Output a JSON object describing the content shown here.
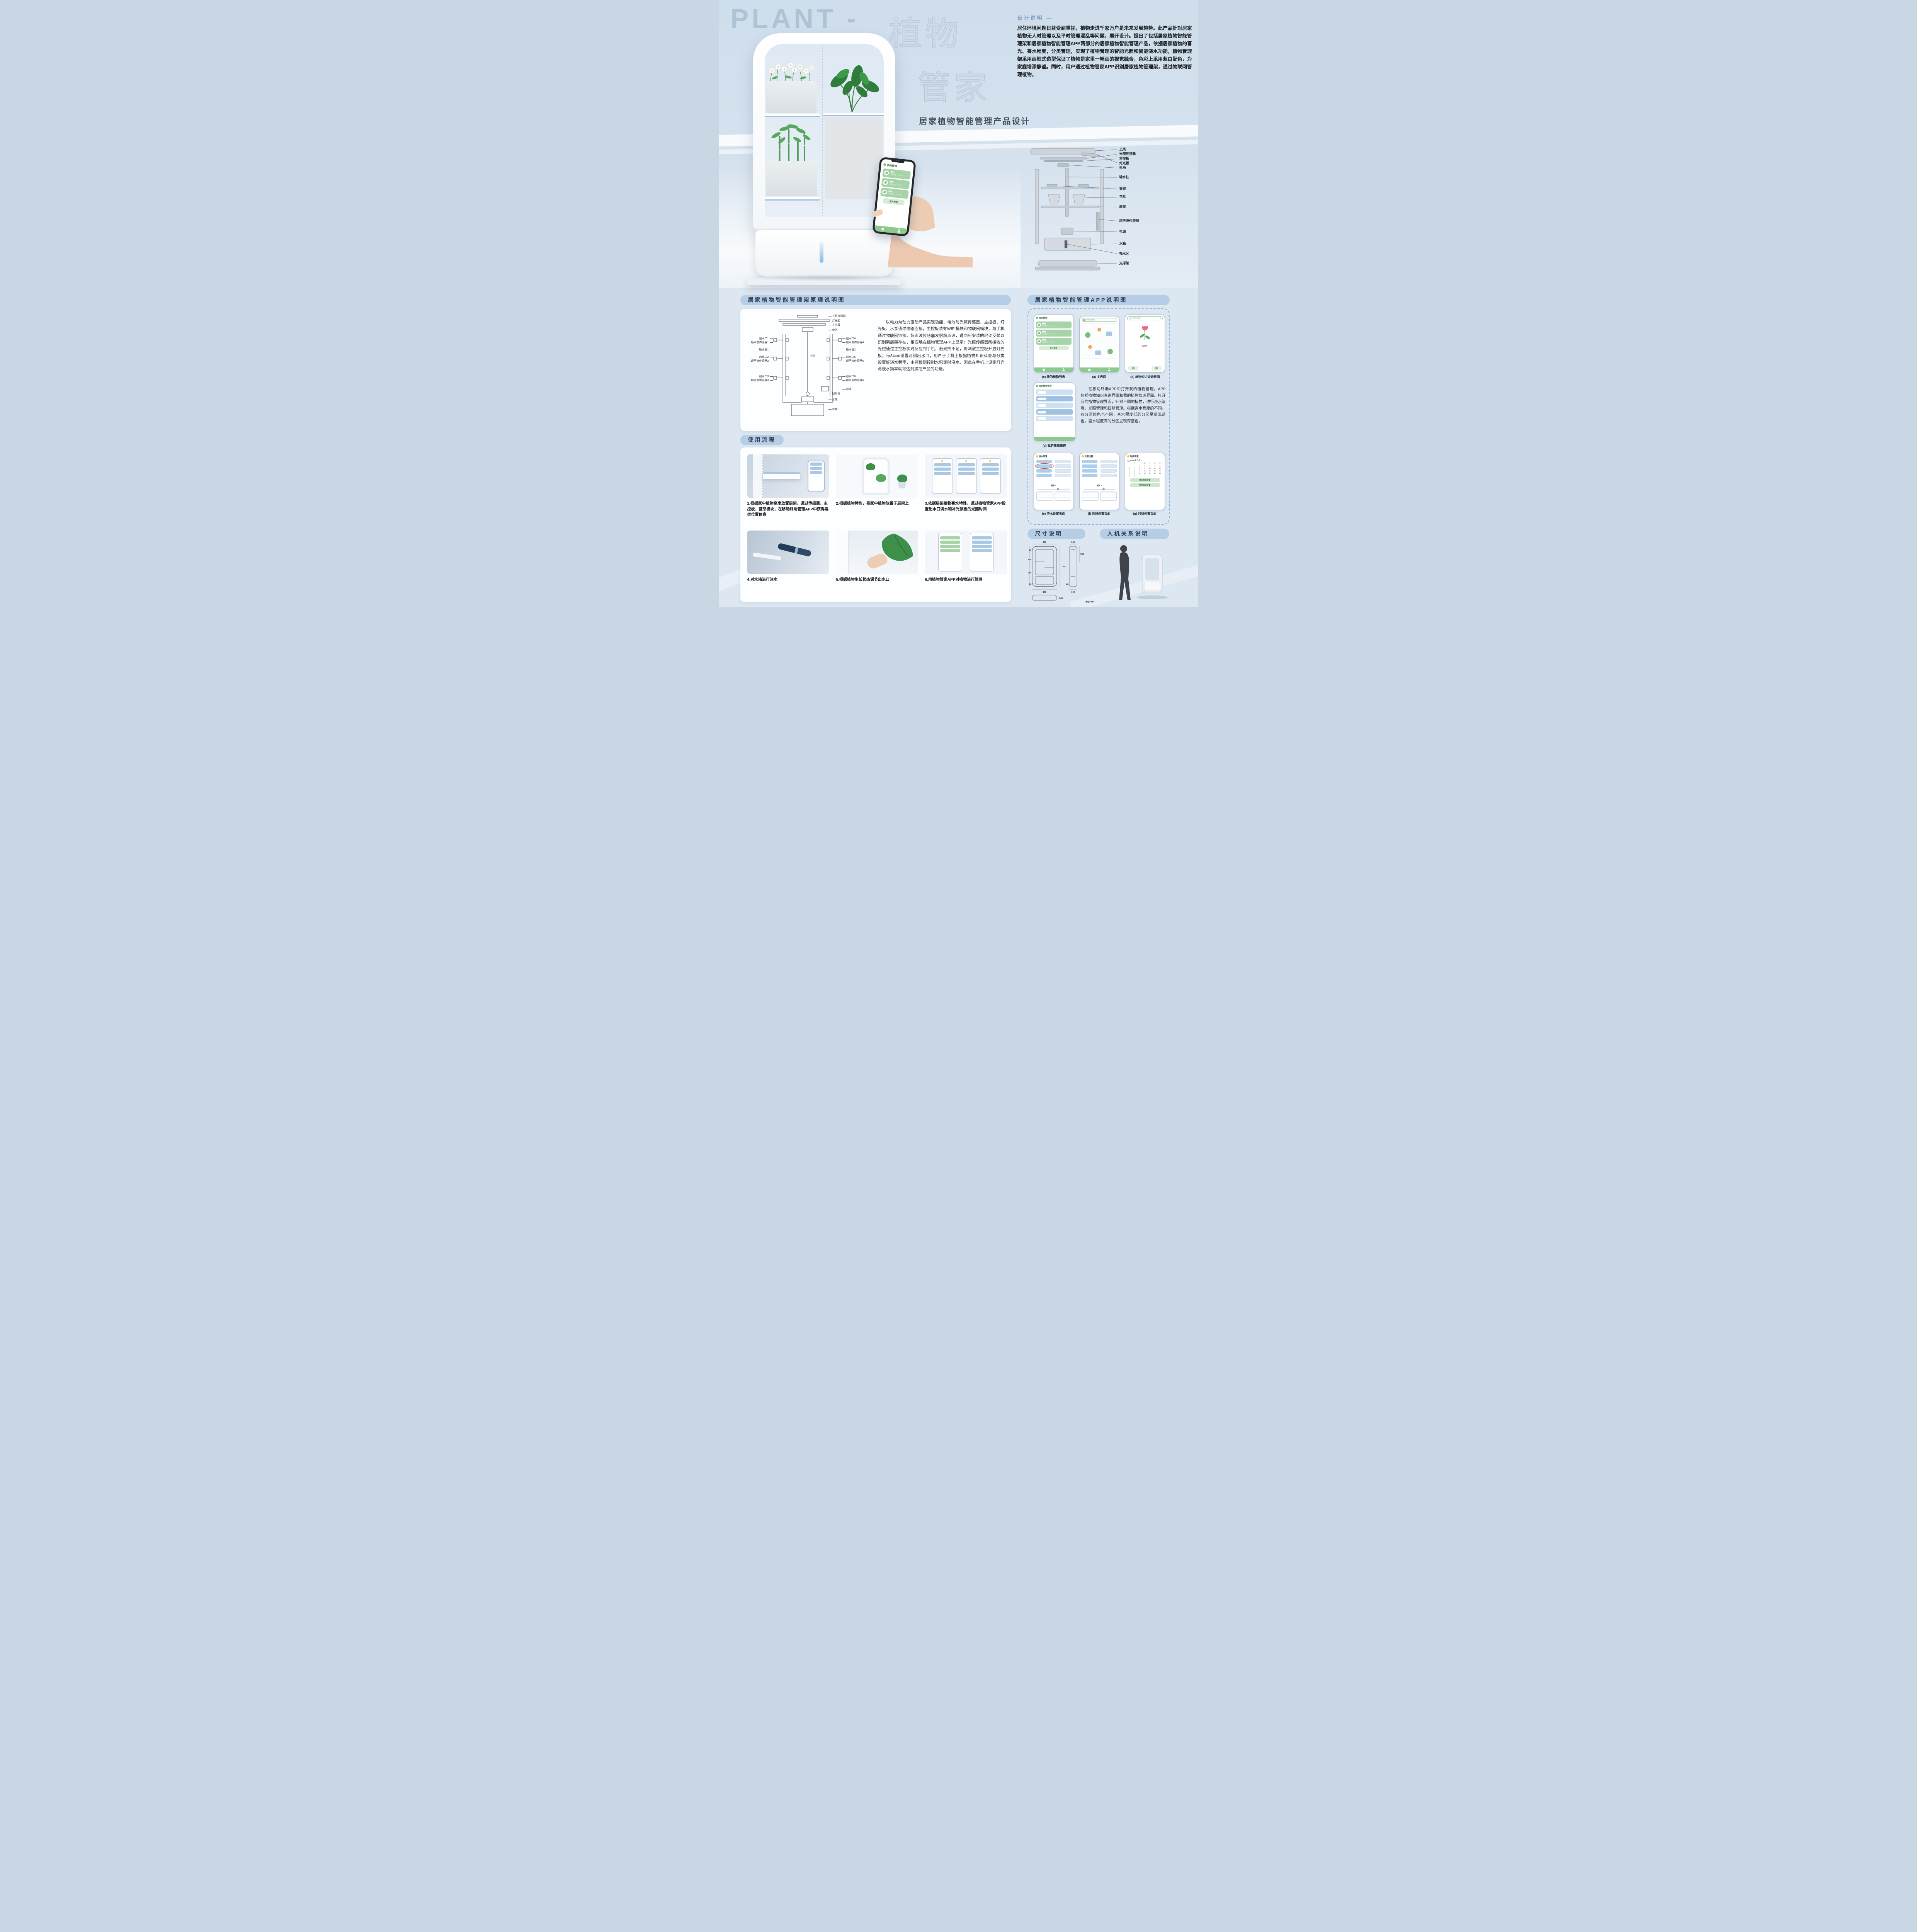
{
  "palette": {
    "accent_blue": "#b5cde5",
    "accent_green": "#8cc98f",
    "deep_blue": "#9fc2e2",
    "light_blue": "#cfe0f0"
  },
  "header": {
    "title_en": "PLANT -",
    "title_cn_1": "植物",
    "title_cn_2": "管家",
    "subtitle": "居家植物智能管理产品设计"
  },
  "design_note": {
    "title": "设计说明 —",
    "body": "居住环境问题日益受到重视，植物走进千家万户是未来发展趋势。此产品针对居家植物无人时管理以及平时管理混乱等问题，展开设计。提出了包括居家植物智能管理架和居家植物智能管理APP两部分的居家植物智能管理产品，依据居家植物的喜光、喜水程度，分类管理，实现了植物管理的智能光照和智能浇水功能，植物管理架采用画框式造型保证了植物是家里一幅画的视觉融合，色彩上采用蓝白配色，为家庭增添静谧。同时，用户通过植物管家APP识别居家植物管理架，通过物联网管理植物。"
  },
  "exploded": {
    "labels": [
      "上壳",
      "光照传感器",
      "主控板",
      "灯光板",
      "电池",
      "输水柱",
      "支架",
      "花盆",
      "层架",
      "超声波传感器",
      "电源",
      "水箱",
      "视水区",
      "支撑架"
    ]
  },
  "principle": {
    "header": "居家植物智能管理架原理说明图",
    "top_labels": [
      "光照传感器",
      "灯光板",
      "主控板",
      "电池"
    ],
    "left_labels": [
      "出水口1",
      "超声波传感器1",
      "输水管1",
      "出水口2",
      "超声波传感器2",
      "出水口3",
      "超声波传感器3"
    ],
    "right_labels": [
      "出水口4",
      "超声波传感器4",
      "输水管2",
      "出水口5",
      "超声波传感器5",
      "出水口6",
      "超声波传感器6",
      "电源"
    ],
    "center_label": "电路",
    "bottom_labels": [
      "球形阀",
      "水泵",
      "水箱"
    ],
    "body": "以电力为动力驱动产品实现功能，电池与光照传感器、主控板、灯光板、水泵通过电路连接，主控板装有WIFI模块和物联网模块，与手机通过物联网链接。超声波传感器发射超声波，遇到所安装的层架反弹以识别到层架存在，相应地在植物管理APP上显示；光照传感器所接收的光照通过主控板实时反应到手机，若光照不足，将刺激主控板开启灯光板；每34cm设置两侧出水口，用户于手机上根据植物知识科普与分类设置好浇水频率，主控板则控制水泵定时浇水，因此在手机上设定灯光与浇水频率就可达到操控产品的功能。"
  },
  "usage": {
    "header": "使用流程",
    "steps": [
      {
        "caption": "1.根据家中植物高度放置层架，通过传感器、主控板、蓝牙模块，在移动终端管理APP中获得层架位置信息"
      },
      {
        "caption": "2.根据植物特性，将家中植物放置于层架上"
      },
      {
        "caption": "3.依据层架植物喜水特性，通过植物管家APP设置出水口浇水和补光顶板的光照时间"
      },
      {
        "caption": "4.对水箱进行注水"
      },
      {
        "caption": "5.根据植物生长状态调节出水口"
      },
      {
        "caption": "6.用植物管家APP对植物进行管理"
      }
    ]
  },
  "app": {
    "header": "居家植物智能管理APP说明图",
    "body": "在移动终端APP中打开我的植物管理，APP包括植物知识查询界面和我的植物管理界面。打开我的植物管理界面，针对不同的植物，进行浇水管理、光照管理和日期管理。根据喜水程度的不同，各分区颜色也不同，喜水程度低的分区呈现浅蓝色，喜水程度高的分区呈现深蓝色。",
    "captions": {
      "c": "(c) 我的植物列表",
      "a": "(a) 主界面",
      "b": "(b) 植物知识查询界面",
      "d": "(d) 我的植物管理",
      "e": "(e) 浇水设置页面",
      "f": "(f) 光照设置页面",
      "g": "(g) 时间设置页面"
    },
    "screens": {
      "my_plants_title": "我的植物",
      "search_placeholder": "查询您的植物",
      "plant_row_title": "植物",
      "plant_row_sub": "浇水频率：一周一次",
      "enter_manage": "进入管理",
      "manage_title": "我的植物管理",
      "knowledge_name": "XXXX",
      "water_title": "浇水设置",
      "light_title": "光照设置",
      "time_title": "时间设置",
      "shelf_label": "层架 3",
      "calendar_month": "2023 年·二月",
      "weekdays": [
        "一",
        "二",
        "三",
        "四",
        "五",
        "六",
        "日"
      ],
      "days": [
        "",
        "",
        "1",
        "2",
        "3",
        "4",
        "5",
        "6",
        "7",
        "8",
        "9",
        "10",
        "11",
        "12",
        "13",
        "14",
        "15",
        "16",
        "17",
        "18",
        "19",
        "20",
        "21",
        "22",
        "23",
        "24",
        "25",
        "26",
        "27",
        "28"
      ],
      "start_time_btn": "开始时间设置",
      "end_time_btn": "结束时间设置"
    }
  },
  "dimensions": {
    "header": "尺寸说明",
    "front_top": "800",
    "front_bottom": "840",
    "left_top": "40",
    "left_mid": "150",
    "left_low": "250",
    "left_bottom": "40",
    "height": "1060",
    "side_top": "240",
    "side_right": "200",
    "side_bottom": "360",
    "side_left": "40",
    "base": "240",
    "unit": "单位: mm"
  },
  "ergonomics": {
    "header": "人机关系说明"
  }
}
